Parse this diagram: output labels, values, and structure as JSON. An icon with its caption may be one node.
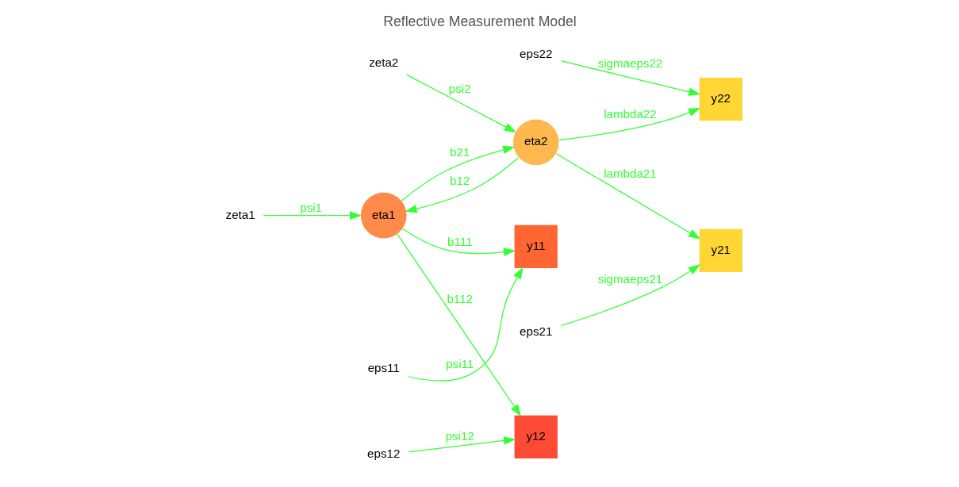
{
  "diagram": {
    "title": "Reflective Measurement Model",
    "nodes": [
      {
        "text": [
          "eps11"
        ]
      },
      {
        "text": [
          "eps22"
        ]
      },
      {
        "text": [
          "y11"
        ]
      },
      {
        "text": [
          "y22"
        ]
      },
      {
        "text": [
          "eta1"
        ]
      },
      {
        "text": [
          "eta2"
        ]
      },
      {
        "text": [
          "y12"
        ]
      },
      {
        "text": [
          "y21"
        ]
      },
      {
        "text": [
          "eps12"
        ]
      },
      {
        "text": [
          "zeta1"
        ]
      },
      {
        "text": [
          "zeta2"
        ]
      },
      {
        "text": [
          "eps21"
        ]
      }
    ],
    "edges": [
      {
        "from": 4,
        "to": 2,
        "arrow": "to",
        "label": "b111"
      },
      {
        "from": 4,
        "to": 6,
        "arrow": "to",
        "label": "b112"
      },
      {
        "from": 4,
        "to": 5,
        "arrow": "to",
        "label": "b21"
      },
      {
        "from": 5,
        "to": 4,
        "arrow": "to",
        "label": "b12"
      },
      {
        "from": 5,
        "to": 3,
        "arrow": "to",
        "label": "lambda22"
      },
      {
        "from": 5,
        "to": 7,
        "arrow": "to",
        "label": "lambda21"
      },
      {
        "from": 0,
        "to": 2,
        "arrow": "to",
        "label": "psi11"
      },
      {
        "from": 8,
        "to": 6,
        "arrow": "to",
        "label": "psi12"
      },
      {
        "from": 1,
        "to": 3,
        "arrow": "to",
        "label": "sigmaeps22"
      },
      {
        "from": 11,
        "to": 7,
        "arrow": "to",
        "label": "sigmaeps21"
      },
      {
        "from": 9,
        "to": 4,
        "arrow": "to",
        "label": "psi1"
      },
      {
        "from": 10,
        "to": 5,
        "arrow": "to",
        "label": "psi2"
      }
    ]
  }
}
